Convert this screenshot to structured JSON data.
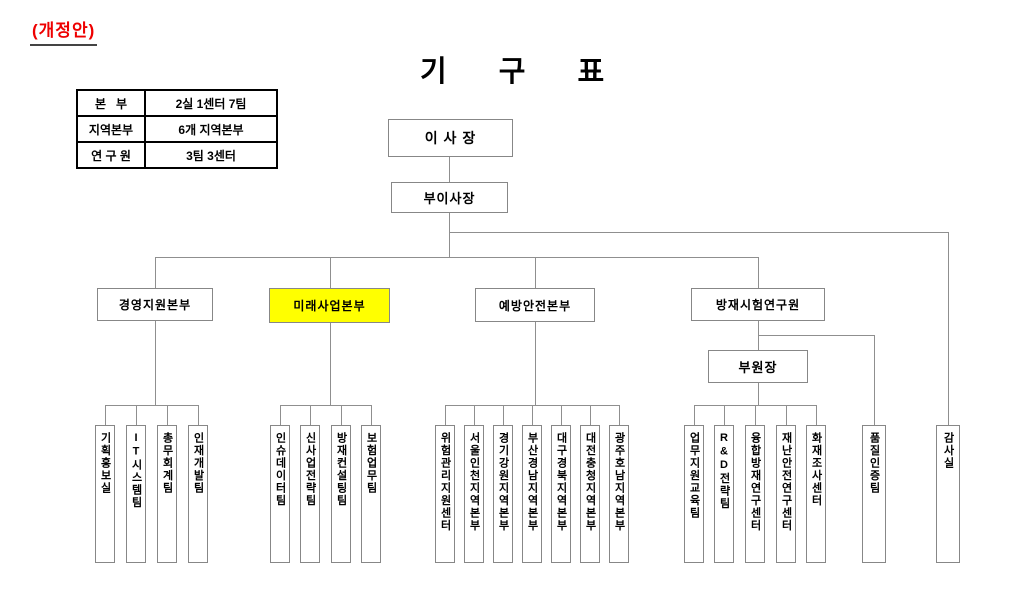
{
  "annotation": "(개정안)",
  "title": "기 구 표",
  "summary_table": {
    "rows": [
      {
        "label": "본   부",
        "value": "2실 1센터 7팀"
      },
      {
        "label": "지역본부",
        "value": "6개 지역본부"
      },
      {
        "label": "연 구 원",
        "value": "3팀 3센터"
      }
    ]
  },
  "org": {
    "chairman": "이 사 장",
    "vice_chairman": "부이사장",
    "audit_office": "감사실",
    "quality_team": "품질인증팀",
    "divisions": [
      {
        "label": "경영지원본부",
        "highlighted": false,
        "children": [
          {
            "label": "기획홍보실",
            "highlighted": true
          },
          {
            "label": "IT시스템팀",
            "highlighted": true
          },
          {
            "label": "총무회계팀",
            "highlighted": true
          },
          {
            "label": "인재개발팀",
            "highlighted": true
          }
        ]
      },
      {
        "label": "미래사업본부",
        "highlighted": true,
        "children": [
          {
            "label": "인슈데이터팀",
            "highlighted": true
          },
          {
            "label": "신사업전략팀",
            "highlighted": true
          },
          {
            "label": "방재컨설팅팀",
            "highlighted": false
          },
          {
            "label": "보험업무팀",
            "highlighted": true
          }
        ]
      },
      {
        "label": "예방안전본부",
        "highlighted": false,
        "children": [
          {
            "label": "위험관리지원센터",
            "highlighted": false
          },
          {
            "label": "서울인천지역본부",
            "highlighted": true
          },
          {
            "label": "경기강원지역본부",
            "highlighted": false
          },
          {
            "label": "부산경남지역본부",
            "highlighted": false
          },
          {
            "label": "대구경북지역본부",
            "highlighted": false
          },
          {
            "label": "대전충청지역본부",
            "highlighted": false
          },
          {
            "label": "광주호남지역본부",
            "highlighted": false
          }
        ]
      },
      {
        "label": "방재시험연구원",
        "highlighted": false,
        "deputy": "부원장",
        "children": [
          {
            "label": "업무지원교육팀",
            "highlighted": true
          },
          {
            "label": "R&D전략팀",
            "highlighted": true
          },
          {
            "label": "융합방재연구센터",
            "highlighted": false
          },
          {
            "label": "재난안전연구센터",
            "highlighted": true
          },
          {
            "label": "화재조사센터",
            "highlighted": false
          }
        ]
      }
    ]
  },
  "colors": {
    "highlight": "#ffff00",
    "annotation_red": "#ee0000",
    "line_gray": "#8f8f8f"
  }
}
